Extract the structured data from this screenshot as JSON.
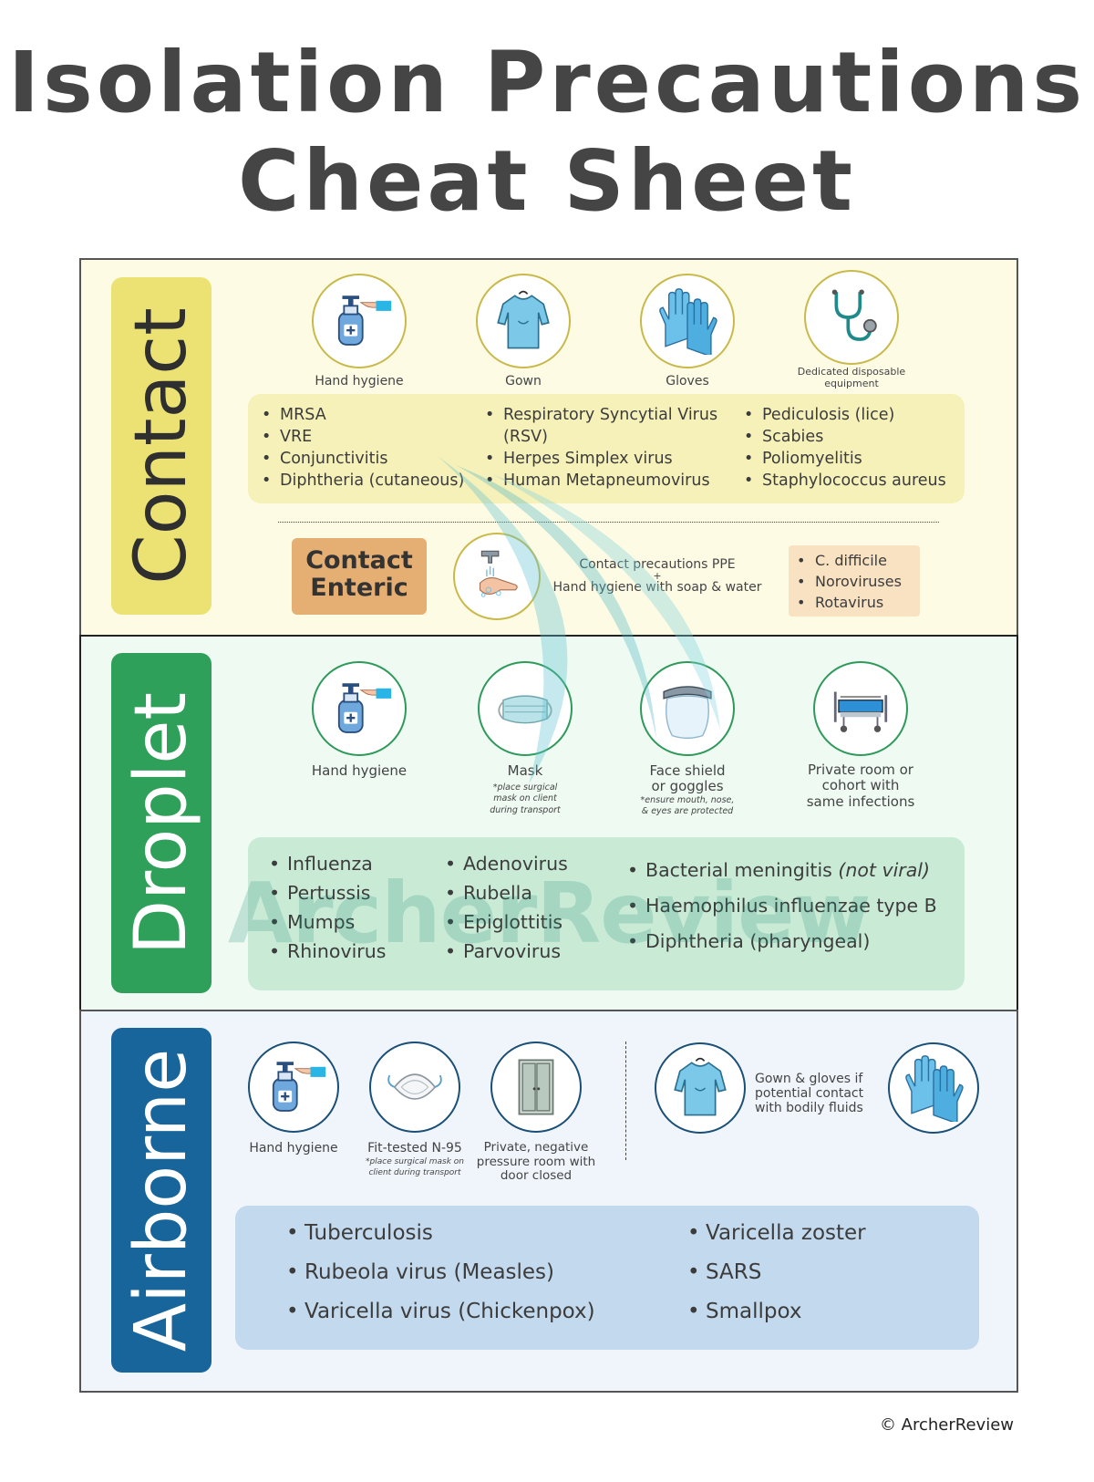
{
  "title": {
    "line1": "Isolation Precautions",
    "line2": "Cheat Sheet"
  },
  "contact": {
    "label": "Contact",
    "icons": [
      {
        "name": "hand-sanitizer-icon",
        "caption": "Hand hygiene"
      },
      {
        "name": "gown-icon",
        "caption": "Gown"
      },
      {
        "name": "gloves-icon",
        "caption": "Gloves"
      },
      {
        "name": "stethoscope-icon",
        "caption": "Dedicated disposable equipment"
      }
    ],
    "col1": [
      "MRSA",
      "VRE",
      "Conjunctivitis",
      "Diphtheria (cutaneous)"
    ],
    "col2": [
      "Respiratory Syncytial Virus",
      "(RSV)",
      "Herpes Simplex virus",
      "Human Metapneumovirus"
    ],
    "col3": [
      "Pediculosis (lice)",
      "Scabies",
      "Poliomyelitis",
      "Staphylococcus aureus"
    ],
    "enteric": {
      "label_line1": "Contact",
      "label_line2": "Enteric",
      "text_line1": "Contact precautions PPE",
      "plus": "+",
      "text_line2": "Hand hygiene with soap & water",
      "list": [
        "C. difficile",
        "Noroviruses",
        "Rotavirus"
      ]
    }
  },
  "droplet": {
    "label": "Droplet",
    "icons": [
      {
        "name": "hand-sanitizer-icon",
        "caption": "Hand hygiene"
      },
      {
        "name": "surgical-mask-icon",
        "caption": "Mask",
        "note_line1": "*place surgical",
        "note_line2": "mask on client",
        "note_line3": "during transport"
      },
      {
        "name": "face-shield-icon",
        "caption_line1": "Face shield",
        "caption_line2": "or goggles",
        "note_line1": "*ensure mouth, nose,",
        "note_line2": "& eyes are protected"
      },
      {
        "name": "hospital-bed-icon",
        "caption_line1": "Private room or",
        "caption_line2": "cohort with",
        "caption_line3": "same infections"
      }
    ],
    "col1": [
      "Influenza",
      "Pertussis",
      "Mumps",
      "Rhinovirus"
    ],
    "col2": [
      "Adenovirus",
      "Rubella",
      "Epiglottitis",
      "Parvovirus"
    ],
    "col3_item1_main": "Bacterial meningitis",
    "col3_item1_italic": "(not viral)",
    "col3": [
      "Haemophilus influenzae type B",
      "Diphtheria (pharyngeal)"
    ]
  },
  "airborne": {
    "label": "Airborne",
    "icons": [
      {
        "name": "hand-sanitizer-icon",
        "caption": "Hand hygiene"
      },
      {
        "name": "n95-mask-icon",
        "caption": "Fit-tested N-95",
        "note_line1": "*place surgical mask on",
        "note_line2": "client during transport"
      },
      {
        "name": "door-icon",
        "caption_line1": "Private, negative",
        "caption_line2": "pressure room with",
        "caption_line3": "door closed"
      },
      {
        "name": "gown-icon"
      },
      {
        "name": "gloves-icon"
      }
    ],
    "gown_gloves_line1": "Gown & gloves if",
    "gown_gloves_line2": "potential contact",
    "gown_gloves_line3": "with bodily fluids",
    "col1": [
      "Tuberculosis",
      "Rubeola virus (Measles)",
      "Varicella virus (Chickenpox)"
    ],
    "col2": [
      "Varicella zoster",
      "SARS",
      "Smallpox"
    ]
  },
  "watermark": "ArcherReview",
  "copyright": "© ArcherReview",
  "colors": {
    "contact_bg": "#fdfbe4",
    "contact_accent": "#ece274",
    "droplet_bg": "#eefaf2",
    "droplet_accent": "#2ea05a",
    "airborne_bg": "#f0f5fc",
    "airborne_accent": "#17659a",
    "enteric_accent": "#e5ae72"
  }
}
